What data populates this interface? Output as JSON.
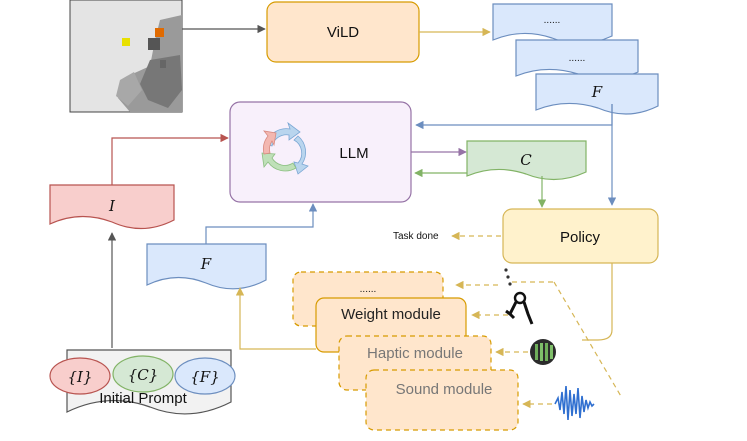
{
  "nodes": {
    "vild": "ViLD",
    "llm": "LLM",
    "policy": "Policy",
    "feedback_dots_1": "......",
    "feedback_dots_2": "......",
    "feedback_f": "F",
    "code_c": "C",
    "instruction_i": "I",
    "feedback_f_left": "F",
    "task_done": "Task done",
    "initial_prompt": "Initial Prompt",
    "prompt_i": "{I}",
    "prompt_c": "{C}",
    "prompt_f": "{F}"
  },
  "modules": {
    "dots": "......",
    "weight": "Weight module",
    "haptic": "Haptic module",
    "sound": "Sound module"
  },
  "colors": {
    "orange_fill": "#ffe6cc",
    "orange_stroke": "#d79b00",
    "blue_fill": "#dae8fc",
    "blue_stroke": "#6c8ebf",
    "green_fill": "#d5e8d4",
    "green_stroke": "#82b366",
    "red_fill": "#f8cecc",
    "red_stroke": "#b85450",
    "purple_fill": "#f8f0fb",
    "purple_stroke": "#9673a6",
    "yellow_fill": "#fff2cc",
    "yellow_stroke": "#d6b656"
  }
}
